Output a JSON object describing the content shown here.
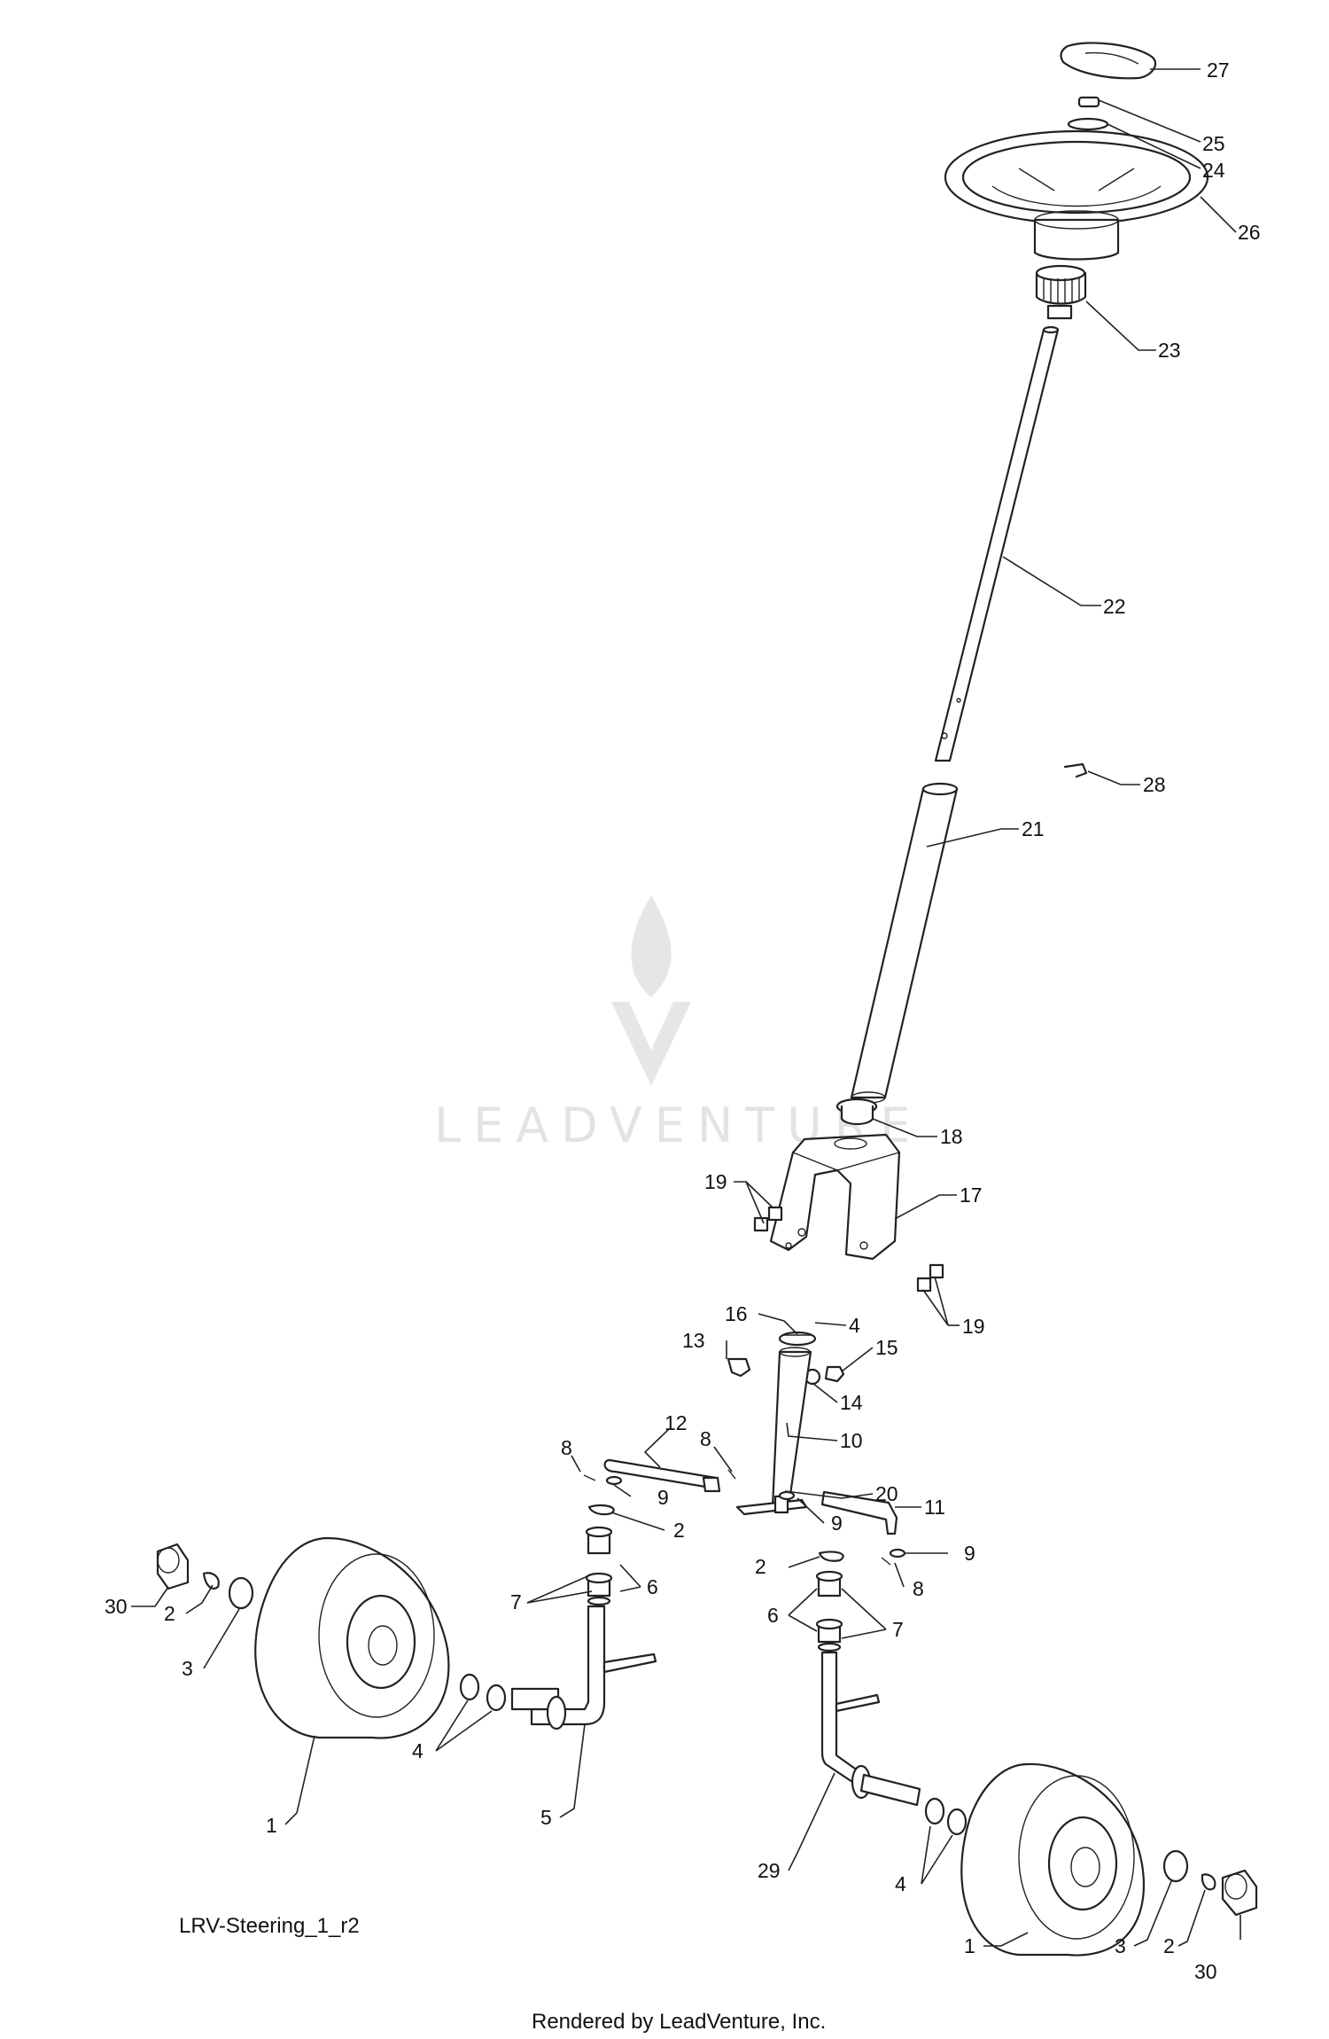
{
  "diagram": {
    "caption": "LRV-Steering_1_r2",
    "footer": "Rendered by LeadVenture, Inc.",
    "watermark": "LEADVENTURE",
    "callouts": [
      {
        "id": "c27",
        "text": "27"
      },
      {
        "id": "c25",
        "text": "25"
      },
      {
        "id": "c24",
        "text": "24"
      },
      {
        "id": "c26",
        "text": "26"
      },
      {
        "id": "c23",
        "text": "23"
      },
      {
        "id": "c22",
        "text": "22"
      },
      {
        "id": "c28",
        "text": "28"
      },
      {
        "id": "c21",
        "text": "21"
      },
      {
        "id": "c18",
        "text": "18"
      },
      {
        "id": "c17",
        "text": "17"
      },
      {
        "id": "c19a",
        "text": "19"
      },
      {
        "id": "c19b",
        "text": "19"
      },
      {
        "id": "c16",
        "text": "16"
      },
      {
        "id": "c4a",
        "text": "4"
      },
      {
        "id": "c13",
        "text": "13"
      },
      {
        "id": "c15",
        "text": "15"
      },
      {
        "id": "c14",
        "text": "14"
      },
      {
        "id": "c12",
        "text": "12"
      },
      {
        "id": "c10",
        "text": "10"
      },
      {
        "id": "c8a",
        "text": "8"
      },
      {
        "id": "c8b",
        "text": "8"
      },
      {
        "id": "c20",
        "text": "20"
      },
      {
        "id": "c11",
        "text": "11"
      },
      {
        "id": "c9a",
        "text": "9"
      },
      {
        "id": "c9b",
        "text": "9"
      },
      {
        "id": "c2a",
        "text": "2"
      },
      {
        "id": "c9c",
        "text": "9"
      },
      {
        "id": "c2b",
        "text": "2"
      },
      {
        "id": "c7a",
        "text": "7"
      },
      {
        "id": "c6a",
        "text": "6"
      },
      {
        "id": "c8c",
        "text": "8"
      },
      {
        "id": "c30a",
        "text": "30"
      },
      {
        "id": "c2c",
        "text": "2"
      },
      {
        "id": "c6b",
        "text": "6"
      },
      {
        "id": "c7b",
        "text": "7"
      },
      {
        "id": "c3a",
        "text": "3"
      },
      {
        "id": "c4b",
        "text": "4"
      },
      {
        "id": "c1a",
        "text": "1"
      },
      {
        "id": "c5",
        "text": "5"
      },
      {
        "id": "c29",
        "text": "29"
      },
      {
        "id": "c4c",
        "text": "4"
      },
      {
        "id": "c1b",
        "text": "1"
      },
      {
        "id": "c3b",
        "text": "3"
      },
      {
        "id": "c2d",
        "text": "2"
      },
      {
        "id": "c30b",
        "text": "30"
      }
    ]
  }
}
